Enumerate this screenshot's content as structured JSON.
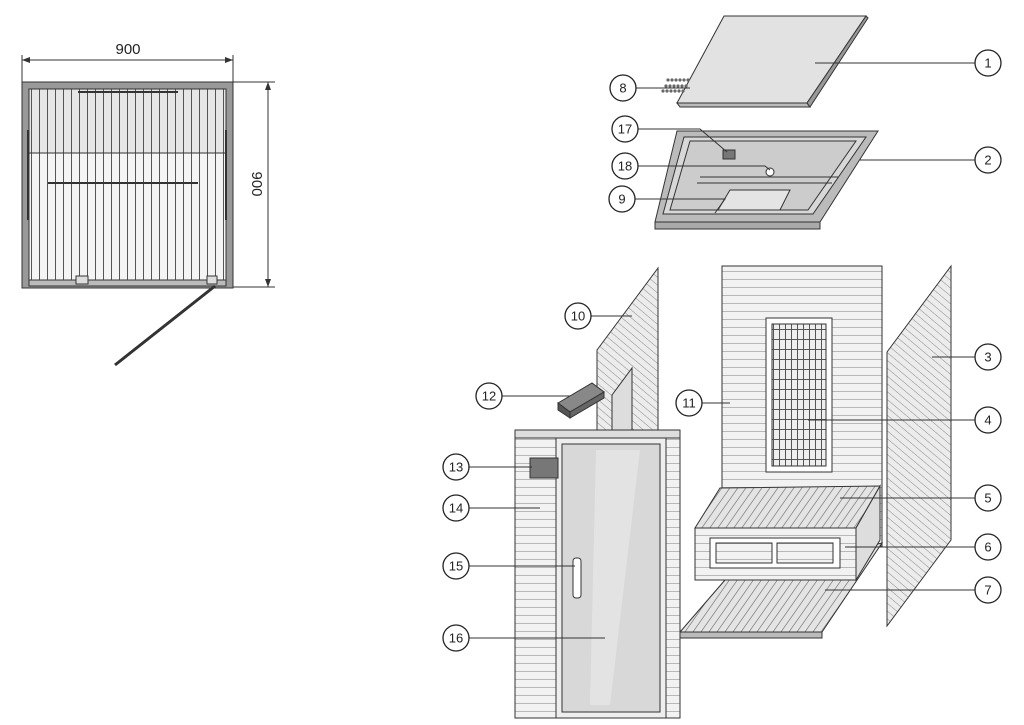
{
  "plan_view": {
    "width_label": "900",
    "depth_label": "900"
  },
  "callouts": [
    {
      "num": "1"
    },
    {
      "num": "2"
    },
    {
      "num": "3"
    },
    {
      "num": "4"
    },
    {
      "num": "5"
    },
    {
      "num": "6"
    },
    {
      "num": "7"
    },
    {
      "num": "8"
    },
    {
      "num": "9"
    },
    {
      "num": "10"
    },
    {
      "num": "11"
    },
    {
      "num": "12"
    },
    {
      "num": "13"
    },
    {
      "num": "14"
    },
    {
      "num": "15"
    },
    {
      "num": "16"
    },
    {
      "num": "17"
    },
    {
      "num": "18"
    }
  ],
  "colors": {
    "line": "#333333",
    "panel": "#e2e2e2",
    "dark": "#9a9a9a"
  }
}
